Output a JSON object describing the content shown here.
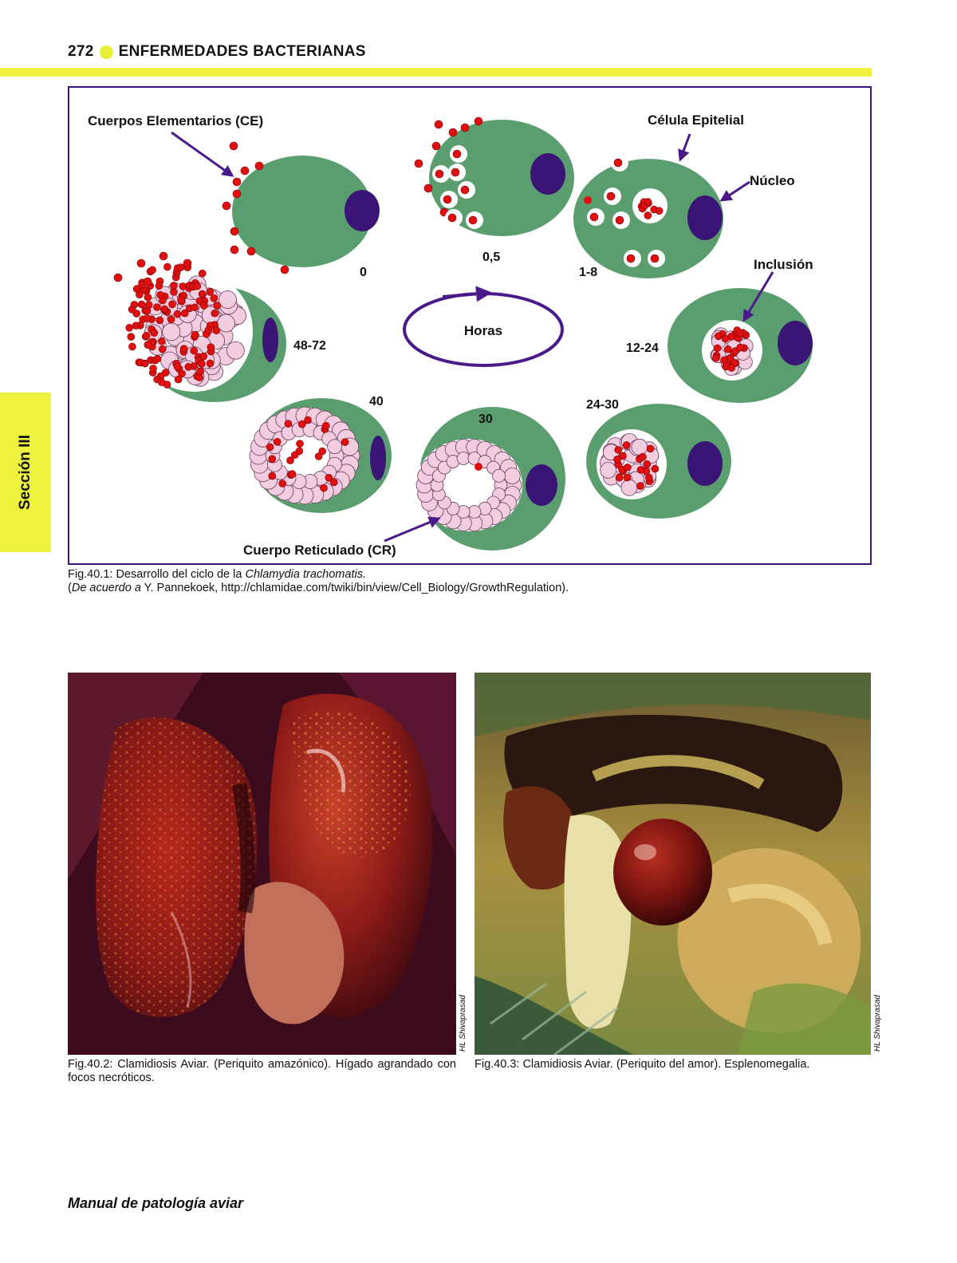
{
  "header": {
    "page_number": "272",
    "section_title": "ENFERMEDADES BACTERIANAS"
  },
  "side_tab": "Sección III",
  "diagram": {
    "labels": {
      "ce": "Cuerpos Elementarios (CE)",
      "epithelial": "Célula Epitelial",
      "nucleus": "Núcleo",
      "inclusion": "Inclusión",
      "cr": "Cuerpo Reticulado (CR)",
      "hours": "Horas"
    },
    "stages": [
      "0",
      "0,5",
      "1-8",
      "12-24",
      "24-30",
      "30",
      "40",
      "48-72"
    ],
    "colors": {
      "cell": "#5a9e6f",
      "nucleus": "#3a1575",
      "eb": "#e01010",
      "rb": "#f2cde0",
      "arrow": "#4a1a8a"
    }
  },
  "captions": {
    "fig1_label": "Fig.40.1",
    "fig1_text": ": Desarrollo del ciclo de la ",
    "fig1_species": "Chlamydia trachomatis.",
    "fig1_source_open": "(",
    "fig1_source_italic": "De acuerdo a",
    "fig1_source_rest": " Y. Pannekoek, http://chlamidae.com/twiki/bin/view/Cell_Biology/GrowthRegulation).",
    "fig2": "Fig.40.2: Clamidiosis Aviar. (Periquito amazónico). Hígado agrandado con focos necróticos.",
    "fig3": "Fig.40.3: Clamidiosis Aviar. (Periquito del amor). Esplenomegalia."
  },
  "photo_credits": {
    "photo1": "HL Shivaprasad",
    "photo2": "HL Shivaprasad"
  },
  "footer": "Manual de patología aviar"
}
